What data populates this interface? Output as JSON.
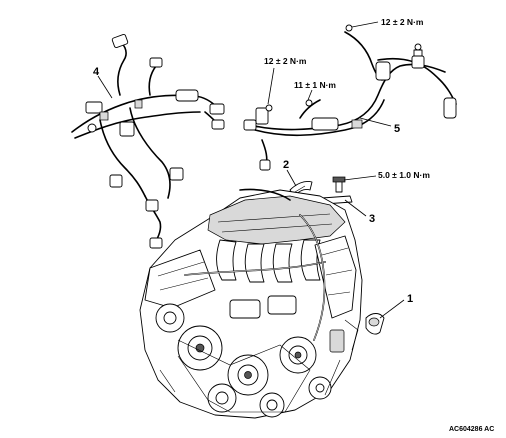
{
  "callouts": {
    "part1": "1",
    "part2": "2",
    "part3": "3",
    "part4": "4",
    "part5": "5"
  },
  "torques": {
    "top_right": "12 ± 2 N·m",
    "middle_left": "12 ± 2 N·m",
    "middle": "11 ± 1 N·m",
    "bolt_part3": "5.0 ± 1.0 N·m"
  },
  "figure_code": "AC604286 AC"
}
